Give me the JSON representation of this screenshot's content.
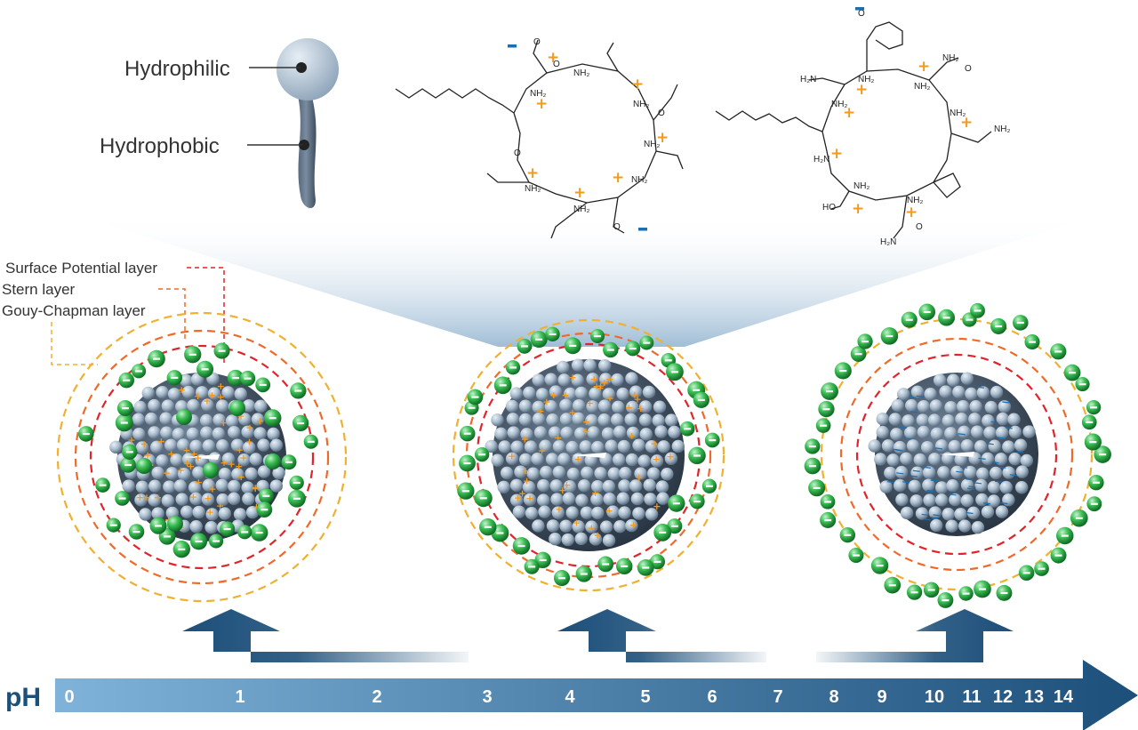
{
  "amphiphile": {
    "head_label": "Hydrophilic",
    "tail_label": "Hydrophobic"
  },
  "legend": {
    "surface_potential": "Surface Potential layer",
    "stern": "Stern layer",
    "gouy_chapman": "Gouy-Chapman layer"
  },
  "structure_labels": {
    "nh2": "NH₂",
    "h2n": "H₂N",
    "o": "O",
    "oh": "HO"
  },
  "ph_axis": {
    "label": "pH",
    "ticks": [
      "0",
      "1",
      "2",
      "3",
      "4",
      "5",
      "6",
      "7",
      "8",
      "9",
      "10",
      "11",
      "12",
      "13",
      "14"
    ]
  },
  "colors": {
    "axis_dark": "#1c4f7a",
    "axis_light": "#7fb3d9",
    "sphere_core": "#9fb3c6",
    "counter_ion": "#2fb24a",
    "surface_ring": "#e0242b",
    "stern_ring": "#ef6a2a",
    "gouy_ring": "#f0b030",
    "charge_plus": "#f39a1e",
    "charge_minus": "#1a6fb0"
  }
}
